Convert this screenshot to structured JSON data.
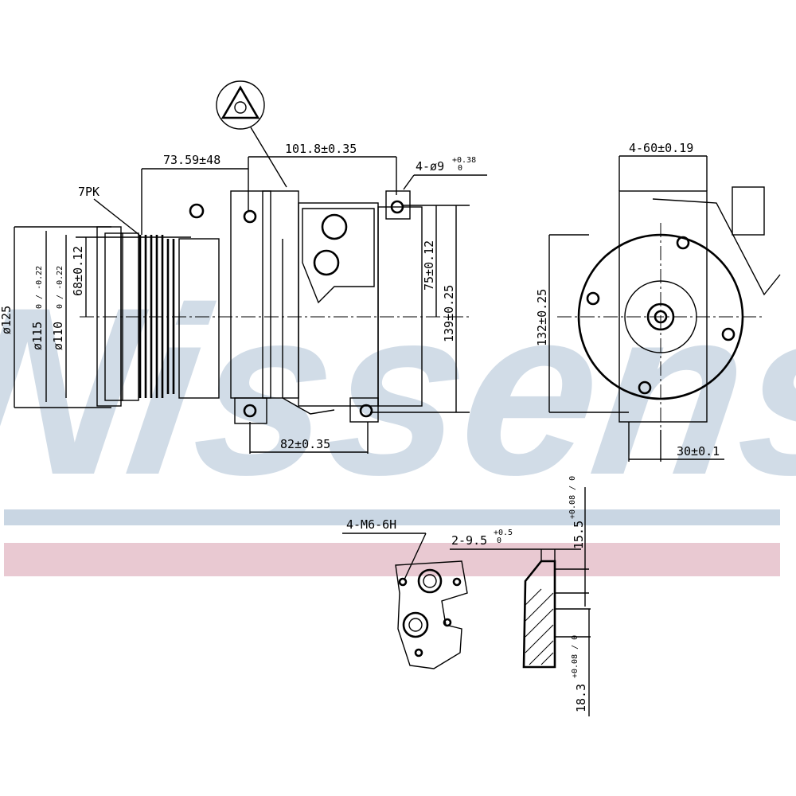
{
  "watermark": {
    "brand": "Nissens",
    "colors": {
      "blue": "#c9d6e3",
      "pink": "#e9c9d2"
    }
  },
  "side_view": {
    "belt_label": "7PK",
    "dim_73": "73.59±48",
    "dim_101": "101.8±0.35",
    "holes": "4-ø9",
    "holes_tol_upper": "+0.38",
    "holes_tol_lower": "0",
    "dia_125": "ø125",
    "dia_115": "ø115",
    "dia_115_tol": "0 / -0.22",
    "dia_110": "ø110",
    "dia_110_tol": "0 / -0.22",
    "dim_68": "68±0.12",
    "dim_75": "75±0.12",
    "dim_139": "139±0.25",
    "dim_82": "82±0.35"
  },
  "front_view": {
    "dim_60": "4-60±0.19",
    "dim_132": "132±0.25",
    "dim_30": "30±0.1"
  },
  "port_view": {
    "thread": "4-M6-6H",
    "ports": "2-9.5",
    "ports_tol_upper": "+0.5",
    "ports_tol_lower": "0",
    "dim_15": "15.5",
    "dim_15_tol": "+0.08 / 0",
    "dim_18": "18.3",
    "dim_18_tol": "+0.08 / 0"
  }
}
